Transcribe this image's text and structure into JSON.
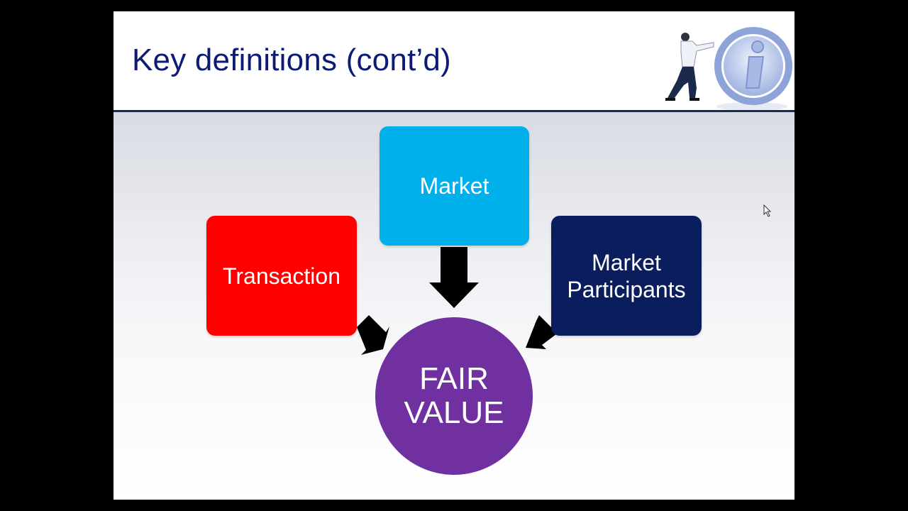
{
  "slide": {
    "title": "Key definitions (cont’d)"
  },
  "diagram": {
    "market": "Market",
    "transaction": "Transaction",
    "participants_line1": "Market",
    "participants_line2": "Participants",
    "center_line1": "FAIR",
    "center_line2": "VALUE"
  },
  "colors": {
    "title": "#0d1b73",
    "market": "#00b0eb",
    "transaction": "#ff0000",
    "participants": "#0a1e5e",
    "center": "#7030a0",
    "arrow": "#000000"
  },
  "icons": {
    "logo": "man-pushing-info-icon",
    "cursor": "mouse-pointer-icon"
  }
}
